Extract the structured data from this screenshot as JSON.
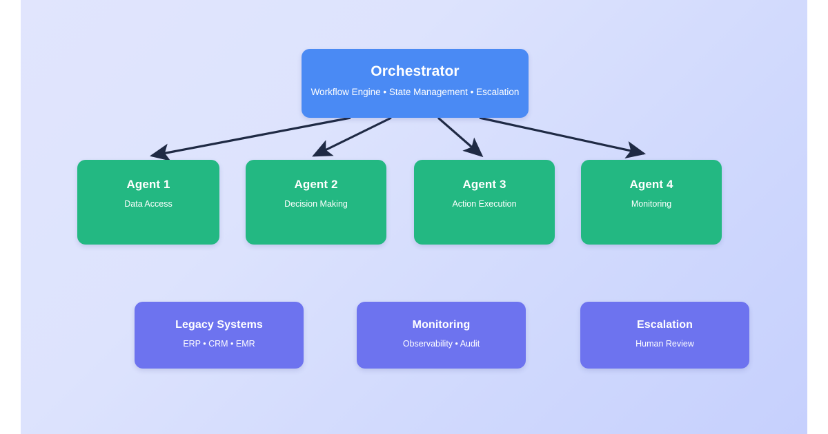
{
  "diagram": {
    "type": "architecture-hierarchy",
    "background": {
      "page": "#ffffff",
      "canvas_gradient_from": "#e1e5fd",
      "canvas_gradient_to": "#c6d0fd"
    },
    "palette": {
      "orchestrator": "#4a8af4",
      "agent": "#23b882",
      "support": "#6d73ef",
      "connector": "#1f2a44",
      "label": "#ffffff"
    },
    "orchestrator": {
      "title": "Orchestrator",
      "subtitle": "Workflow Engine • State Management • Escalation"
    },
    "agents": [
      {
        "title": "Agent 1",
        "subtitle": "Data Access"
      },
      {
        "title": "Agent 2",
        "subtitle": "Decision Making"
      },
      {
        "title": "Agent 3",
        "subtitle": "Action Execution"
      },
      {
        "title": "Agent 4",
        "subtitle": "Monitoring"
      }
    ],
    "support": [
      {
        "title": "Legacy Systems",
        "subtitle": "ERP • CRM • EMR"
      },
      {
        "title": "Monitoring",
        "subtitle": "Observability • Audit"
      },
      {
        "title": "Escalation",
        "subtitle": "Human Review"
      }
    ],
    "connectors": [
      {
        "from": "Orchestrator",
        "to": "Agent 1"
      },
      {
        "from": "Orchestrator",
        "to": "Agent 2"
      },
      {
        "from": "Orchestrator",
        "to": "Agent 3"
      },
      {
        "from": "Orchestrator",
        "to": "Agent 4"
      }
    ]
  }
}
